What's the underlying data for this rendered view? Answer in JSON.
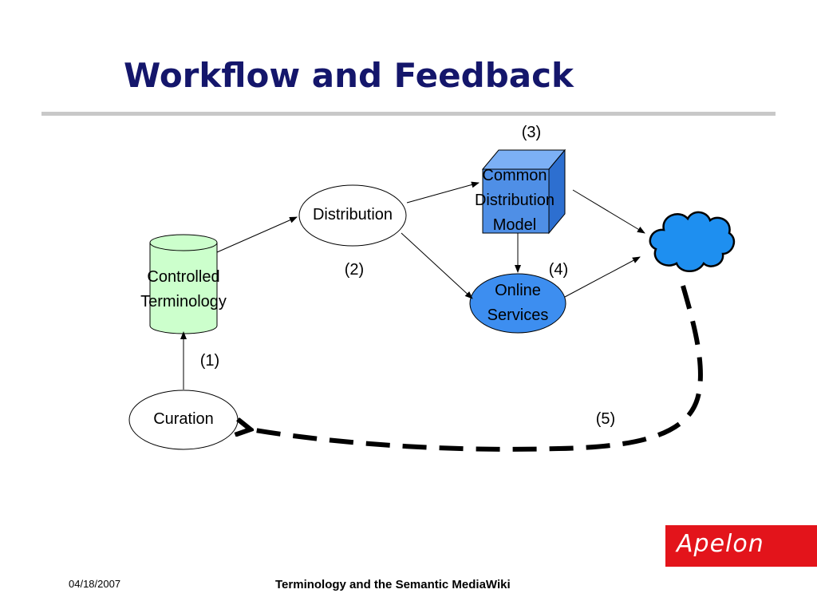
{
  "slide": {
    "title": "Workflow and Feedback",
    "date": "04/18/2007",
    "footer": "Terminology and the Semantic MediaWiki",
    "logo_text": "Apelon"
  },
  "nodes": {
    "controlled_terminology": {
      "line1": "Controlled",
      "line2": "Terminology",
      "fill": "#ccffcc"
    },
    "distribution": {
      "label": "Distribution"
    },
    "common_model": {
      "line1": "Common",
      "line2": "Distribution",
      "line3": "Model",
      "fill": "#4f8fe6"
    },
    "online_services": {
      "line1": "Online",
      "line2": "Services",
      "fill": "#3d8ef0"
    },
    "curation": {
      "label": "Curation"
    },
    "cloud": {
      "fill": "#1e8ff0"
    }
  },
  "steps": {
    "s1": "(1)",
    "s2": "(2)",
    "s3": "(3)",
    "s4": "(4)",
    "s5": "(5)"
  },
  "colors": {
    "title": "#14166b",
    "rule": "#c8c8c8",
    "logo_bg": "#e3141b"
  }
}
